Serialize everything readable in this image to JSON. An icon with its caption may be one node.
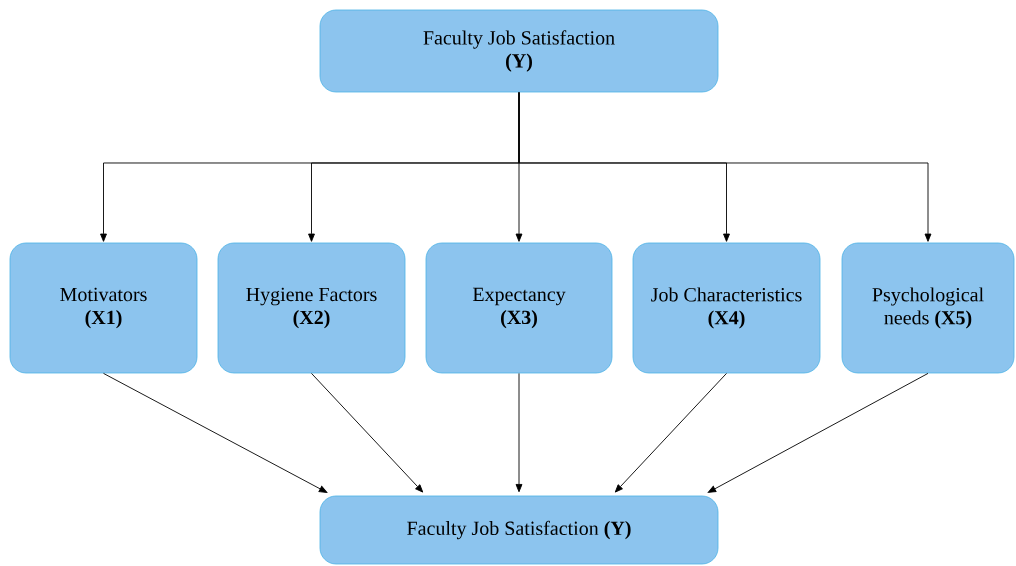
{
  "diagram": {
    "nodes": [
      {
        "text": [
          "Faculty Job Satisfaction",
          "(Y)"
        ]
      },
      {
        "text": [
          "Motivators",
          "(X1)"
        ]
      },
      {
        "text": [
          "Hygiene Factors",
          "(X2)"
        ]
      },
      {
        "text": [
          "Expectancy",
          "(X3)"
        ]
      },
      {
        "text": [
          "Job Characteristics",
          "(X4)"
        ]
      },
      {
        "text": [
          "Psychological needs **(X5)**"
        ]
      },
      {
        "text": [
          "Faculty Job Satisfaction **(Y)**"
        ]
      }
    ],
    "edges": [
      {
        "from": 0,
        "to": 1,
        "arrow": "to"
      },
      {
        "from": 0,
        "to": 2,
        "arrow": "to"
      },
      {
        "from": 0,
        "to": 3,
        "arrow": "to"
      },
      {
        "from": 0,
        "to": 4,
        "arrow": "to"
      },
      {
        "from": 0,
        "to": 5,
        "arrow": "to"
      },
      {
        "from": 1,
        "to": 6,
        "arrow": "to"
      },
      {
        "from": 2,
        "to": 6,
        "arrow": "to"
      },
      {
        "from": 3,
        "to": 6,
        "arrow": "to"
      },
      {
        "from": 4,
        "to": 6,
        "arrow": "to"
      },
      {
        "from": 5,
        "to": 6,
        "arrow": "to"
      }
    ]
  }
}
